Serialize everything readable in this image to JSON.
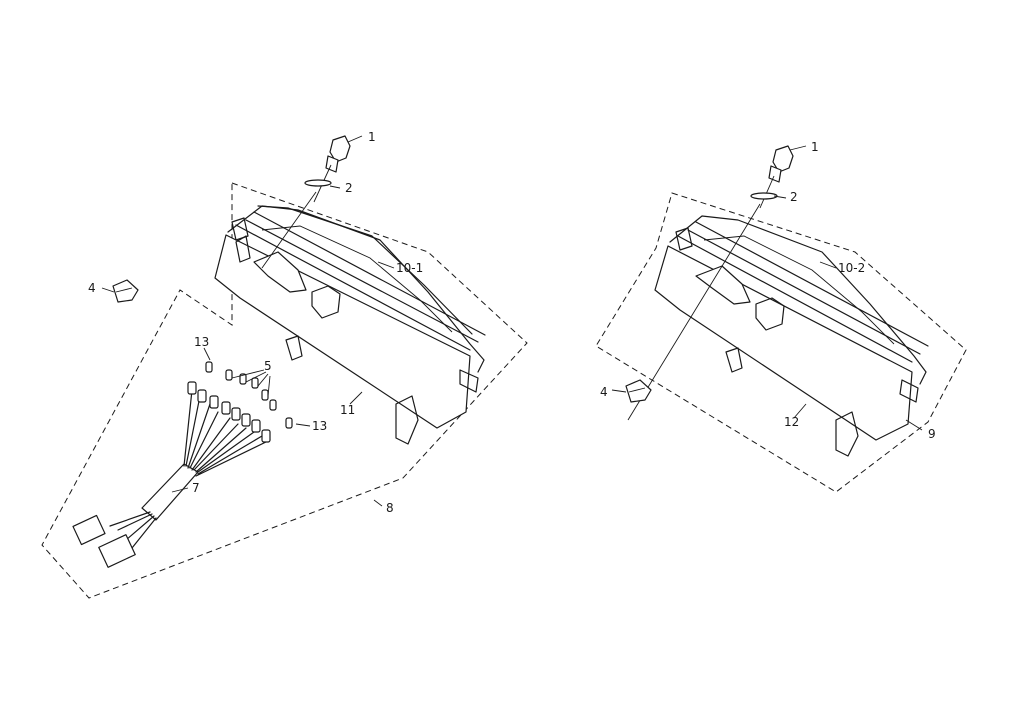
{
  "callouts": {
    "a1": "1",
    "a2": "2",
    "a4": "4",
    "a5": "5",
    "a7": "7",
    "a8": "8",
    "a10": "10-1",
    "a11": "11",
    "a13a": "13",
    "a13b": "13",
    "b1": "1",
    "b2": "2",
    "b4": "4",
    "b9": "9",
    "b10": "10-2",
    "b12": "12"
  }
}
